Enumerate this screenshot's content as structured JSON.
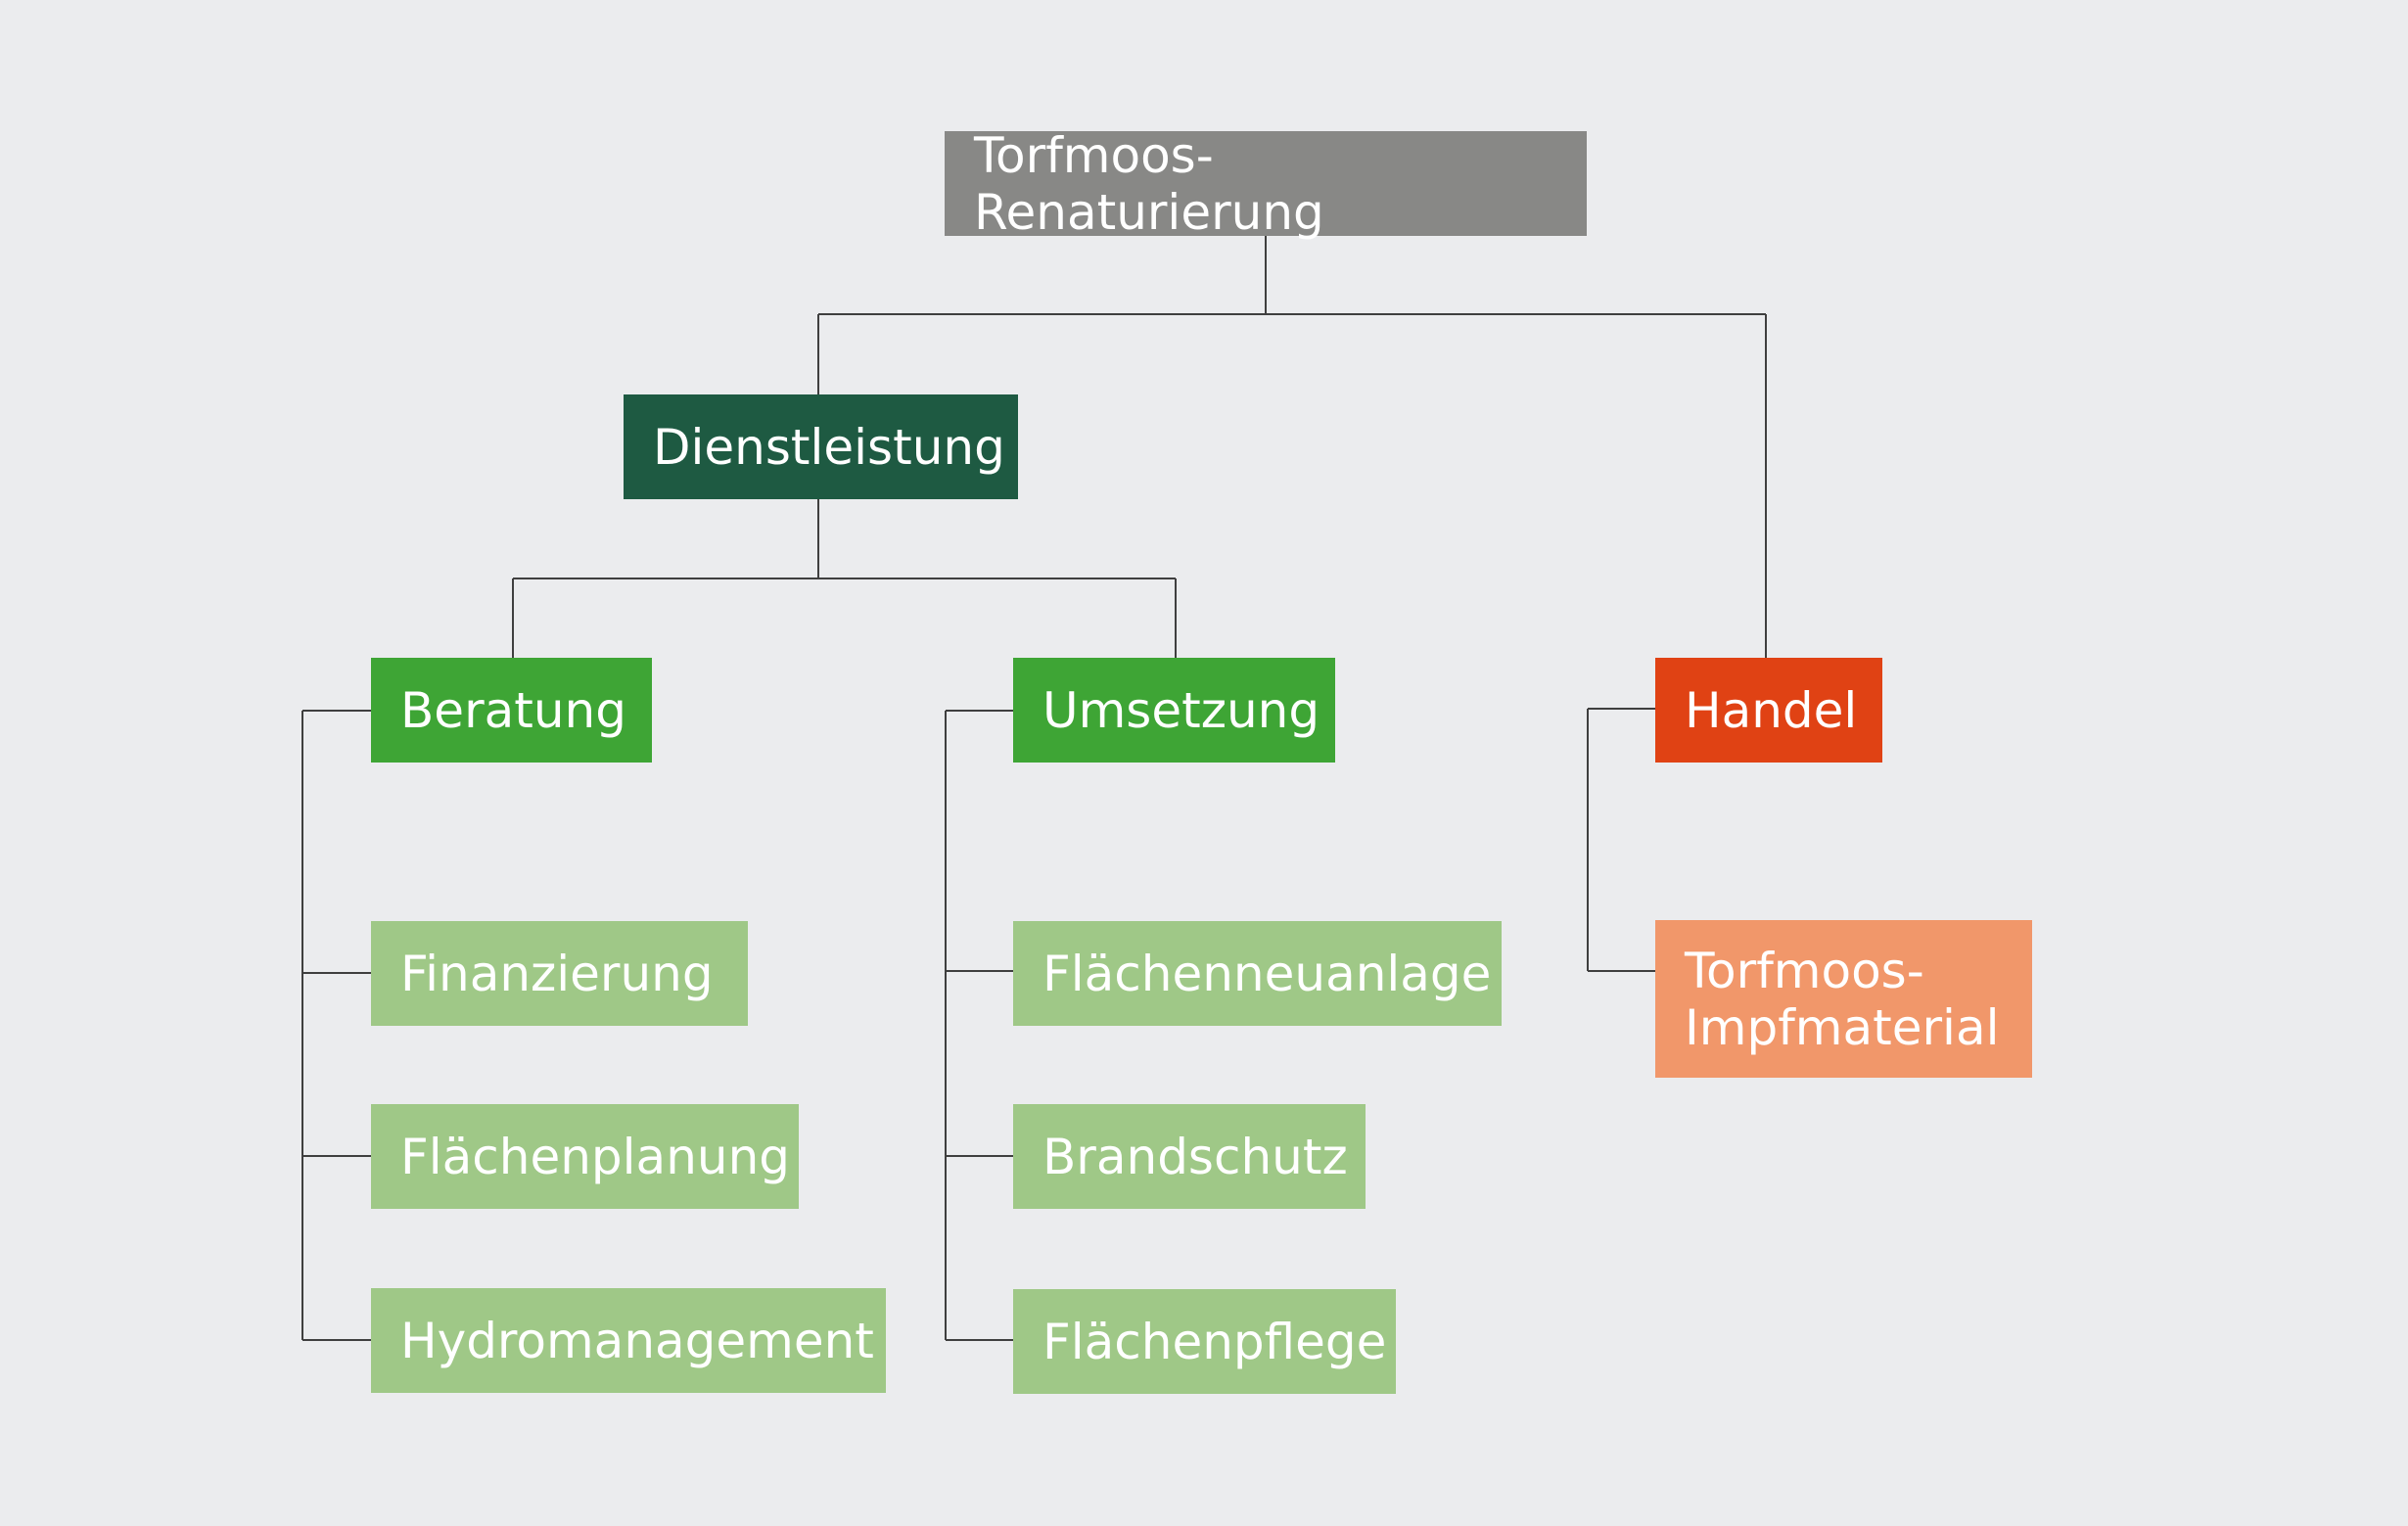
{
  "colors": {
    "background": "#ebecee",
    "connector": "#3f3f3f",
    "root": "#888886",
    "level1_service": "#1e5a42",
    "level2_service": "#3ea535",
    "level3_service": "#9fc887",
    "level2_trade": "#e04214",
    "level3_trade": "#f1976a"
  },
  "root": {
    "label": "Torfmoos-Renaturierung"
  },
  "dienstleistung": {
    "label": "Dienstleistung",
    "beratung": {
      "label": "Beratung",
      "children": [
        "Finanzierung",
        "Flächenplanung",
        "Hydromanagement"
      ]
    },
    "umsetzung": {
      "label": "Umsetzung",
      "children": [
        "Flächenneuanlage",
        "Brandschutz",
        "Flächenpflege"
      ]
    }
  },
  "handel": {
    "label": "Handel",
    "children": [
      "Torfmoos-\nImpfmaterial"
    ]
  }
}
